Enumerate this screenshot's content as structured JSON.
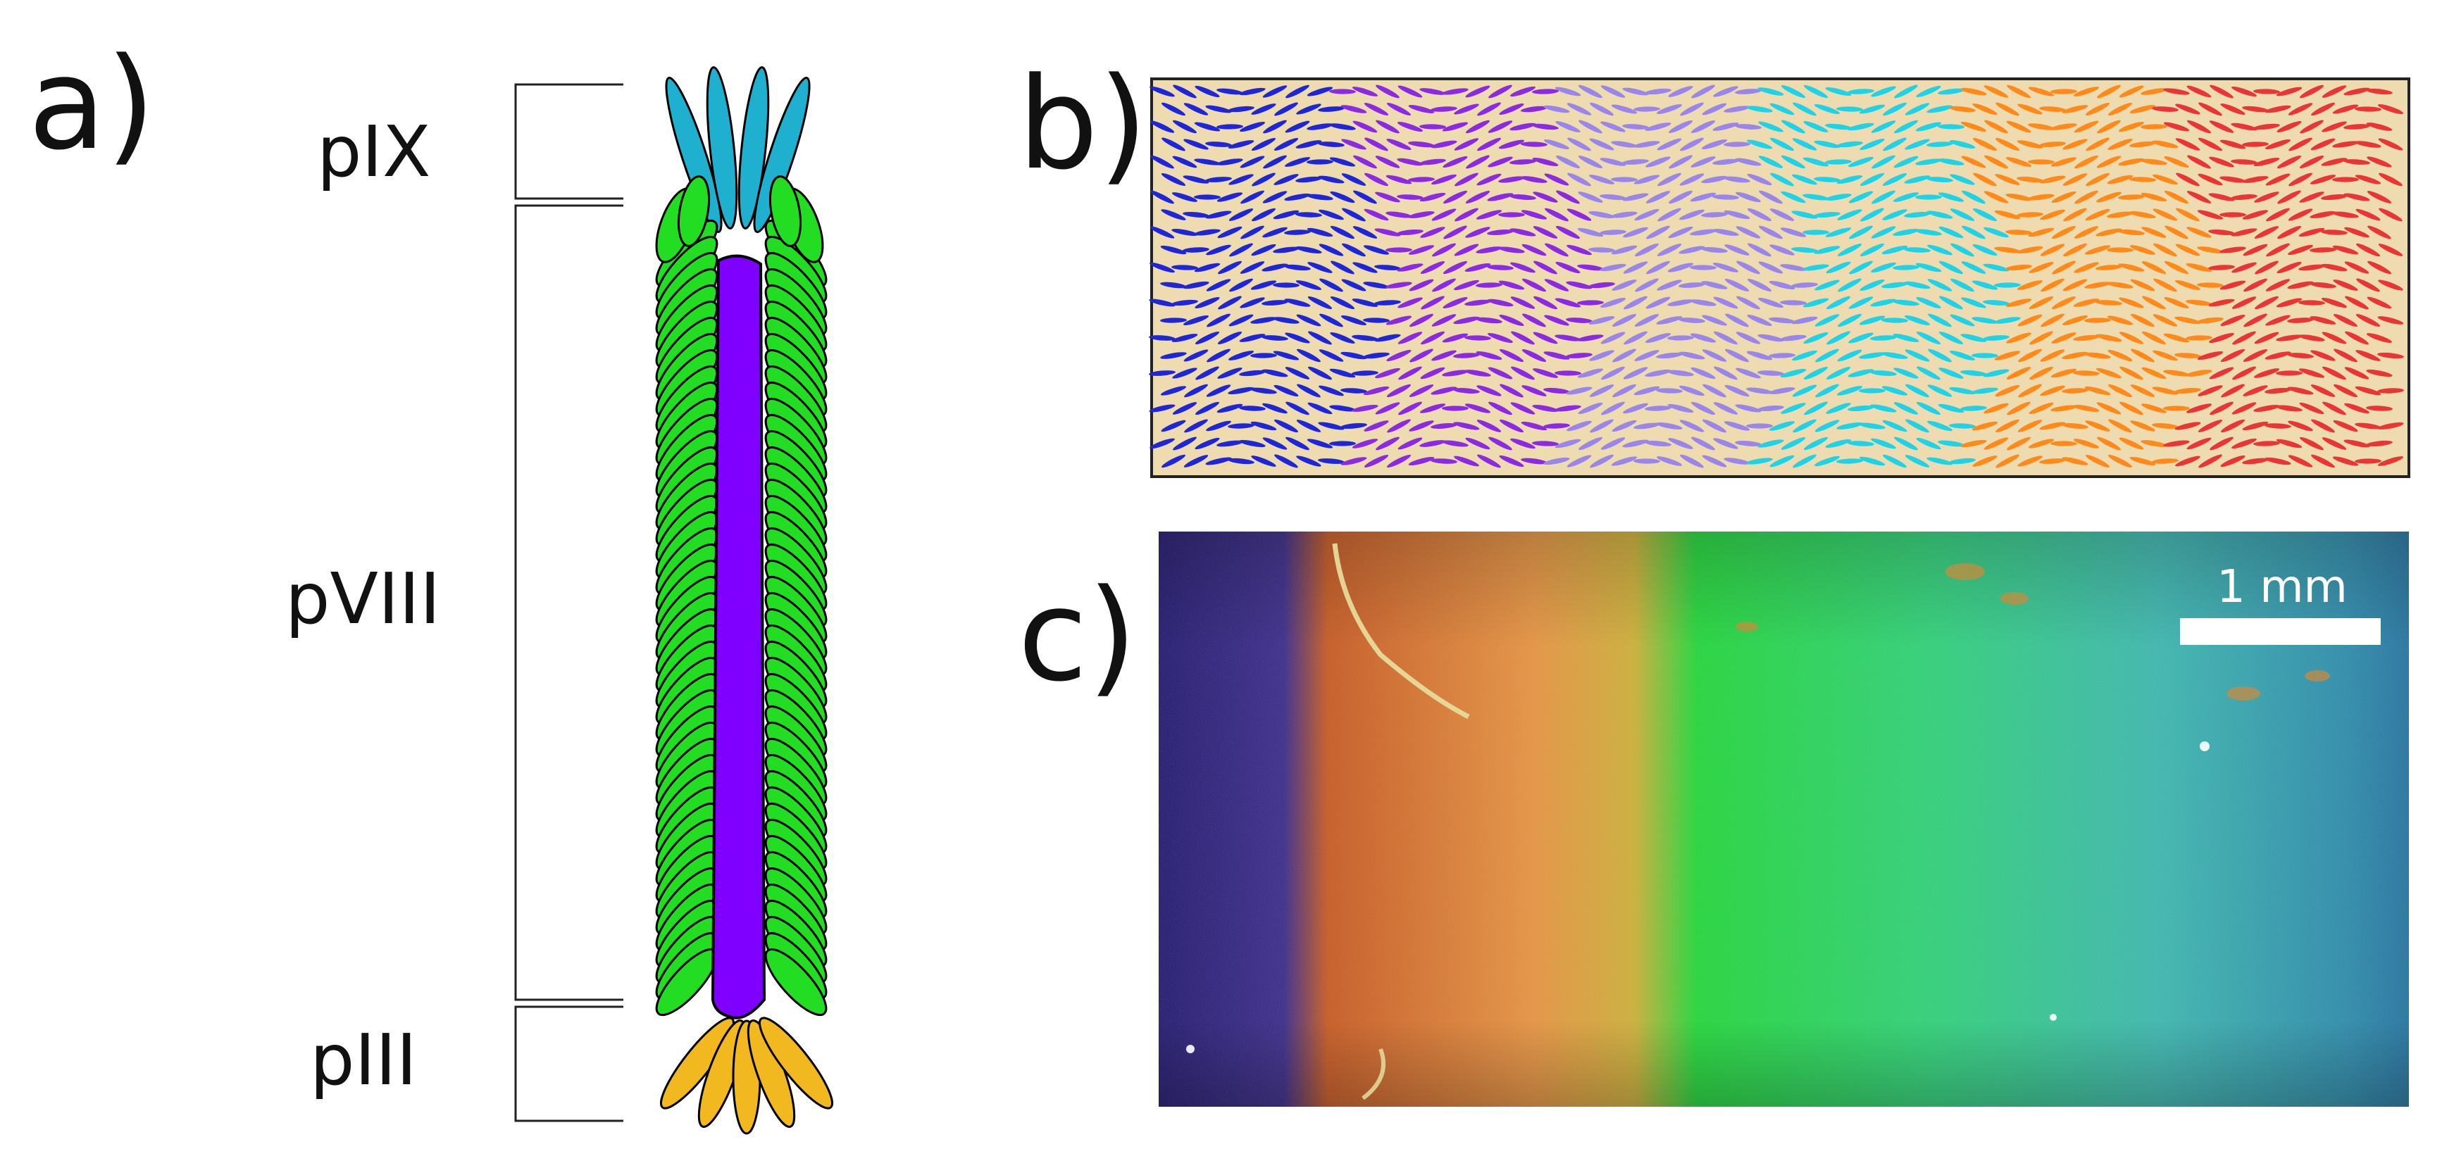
{
  "panels": {
    "a": {
      "letter": "a)",
      "segments": [
        {
          "label": "pIX"
        },
        {
          "label": "pVIII"
        },
        {
          "label": "pIII"
        }
      ]
    },
    "b": {
      "letter": "b)"
    },
    "c": {
      "letter": "c)",
      "scale_bar_label": "1 mm"
    }
  },
  "colors": {
    "pIX": "#1fb0cf",
    "pVIII": "#22dd22",
    "core": "#8000ff",
    "pIII": "#f2b81f",
    "panel_b_background": "#efdbb0",
    "panel_b_bands": [
      "#1f26d6",
      "#8a2be2",
      "#9a86e8",
      "#1fd2e6",
      "#ff8a1c",
      "#e83636"
    ]
  }
}
